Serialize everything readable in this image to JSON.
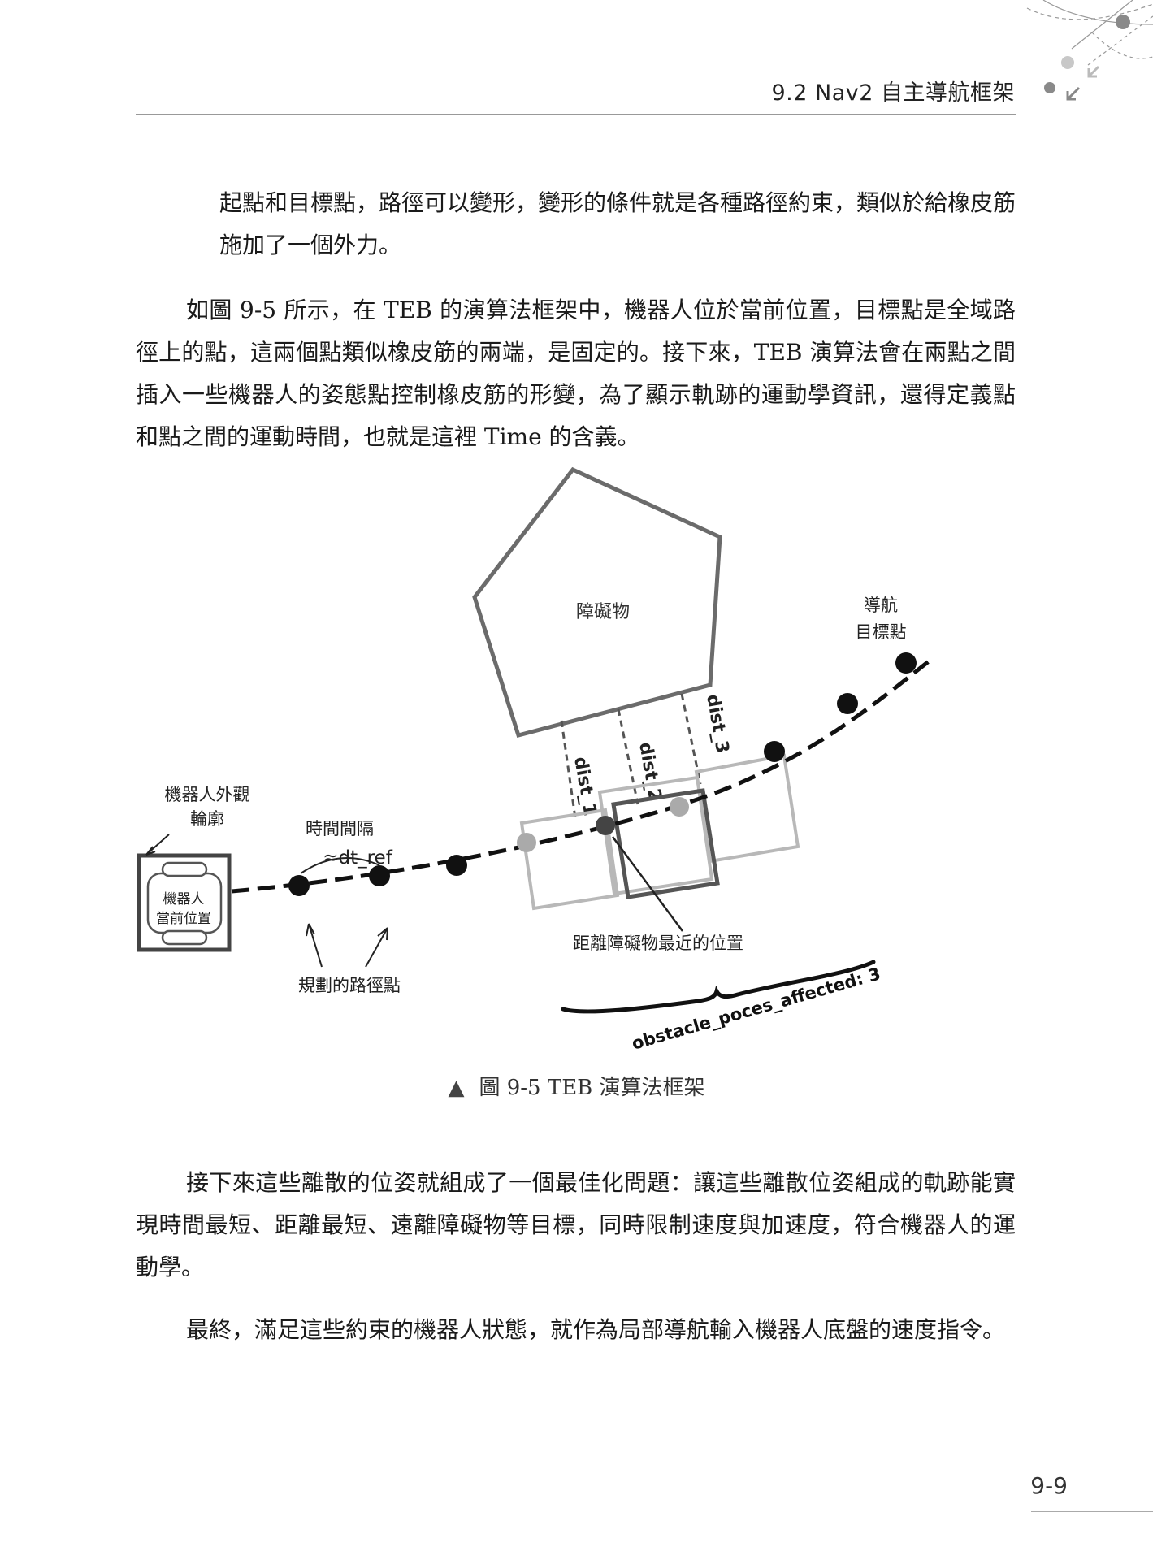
{
  "header": {
    "section_title": "9.2  Nav2 自主導航框架"
  },
  "paragraphs": [
    "起點和目標點，路徑可以變形，變形的條件就是各種路徑約束，類似於給橡皮筋施加了一個外力。",
    "如圖 9-5 所示，在 TEB 的演算法框架中，機器人位於當前位置，目標點是全域路徑上的點，這兩個點類似橡皮筋的兩端，是固定的。接下來，TEB 演算法會在兩點之間插入一些機器人的姿態點控制橡皮筋的形變，為了顯示軌跡的運動學資訊，還得定義點和點之間的運動時間，也就是這裡 Time 的含義。",
    "接下來這些離散的位姿就組成了一個最佳化問題：讓這些離散位姿組成的軌跡能實現時間最短、距離最短、遠離障礙物等目標，同時限制速度與加速度，符合機器人的運動學。",
    "最終，滿足這些約束的機器人狀態，就作為局部導航輸入機器人底盤的速度指令。"
  ],
  "figure": {
    "obstacle_label": "障礙物",
    "goal_label_line1": "導航",
    "goal_label_line2": "目標點",
    "robot_outline_line1": "機器人外觀",
    "robot_outline_line2": "輪廓",
    "time_interval_label": "時間間隔",
    "dt_ref_label": "≈dt_ref",
    "robot_position_line1": "機器人",
    "robot_position_line2": "當前位置",
    "waypoints_label": "規劃的路徑點",
    "closest_label": "距離障礙物最近的位置",
    "dist_1": "dist_1",
    "dist_2": "dist_2",
    "dist_3": "dist_3",
    "affected_label": "obstacle_poces_affected: 3"
  },
  "caption": {
    "marker": "▲",
    "text": "圖 9-5  TEB 演算法框架"
  },
  "footer": {
    "page_number": "9-9"
  }
}
